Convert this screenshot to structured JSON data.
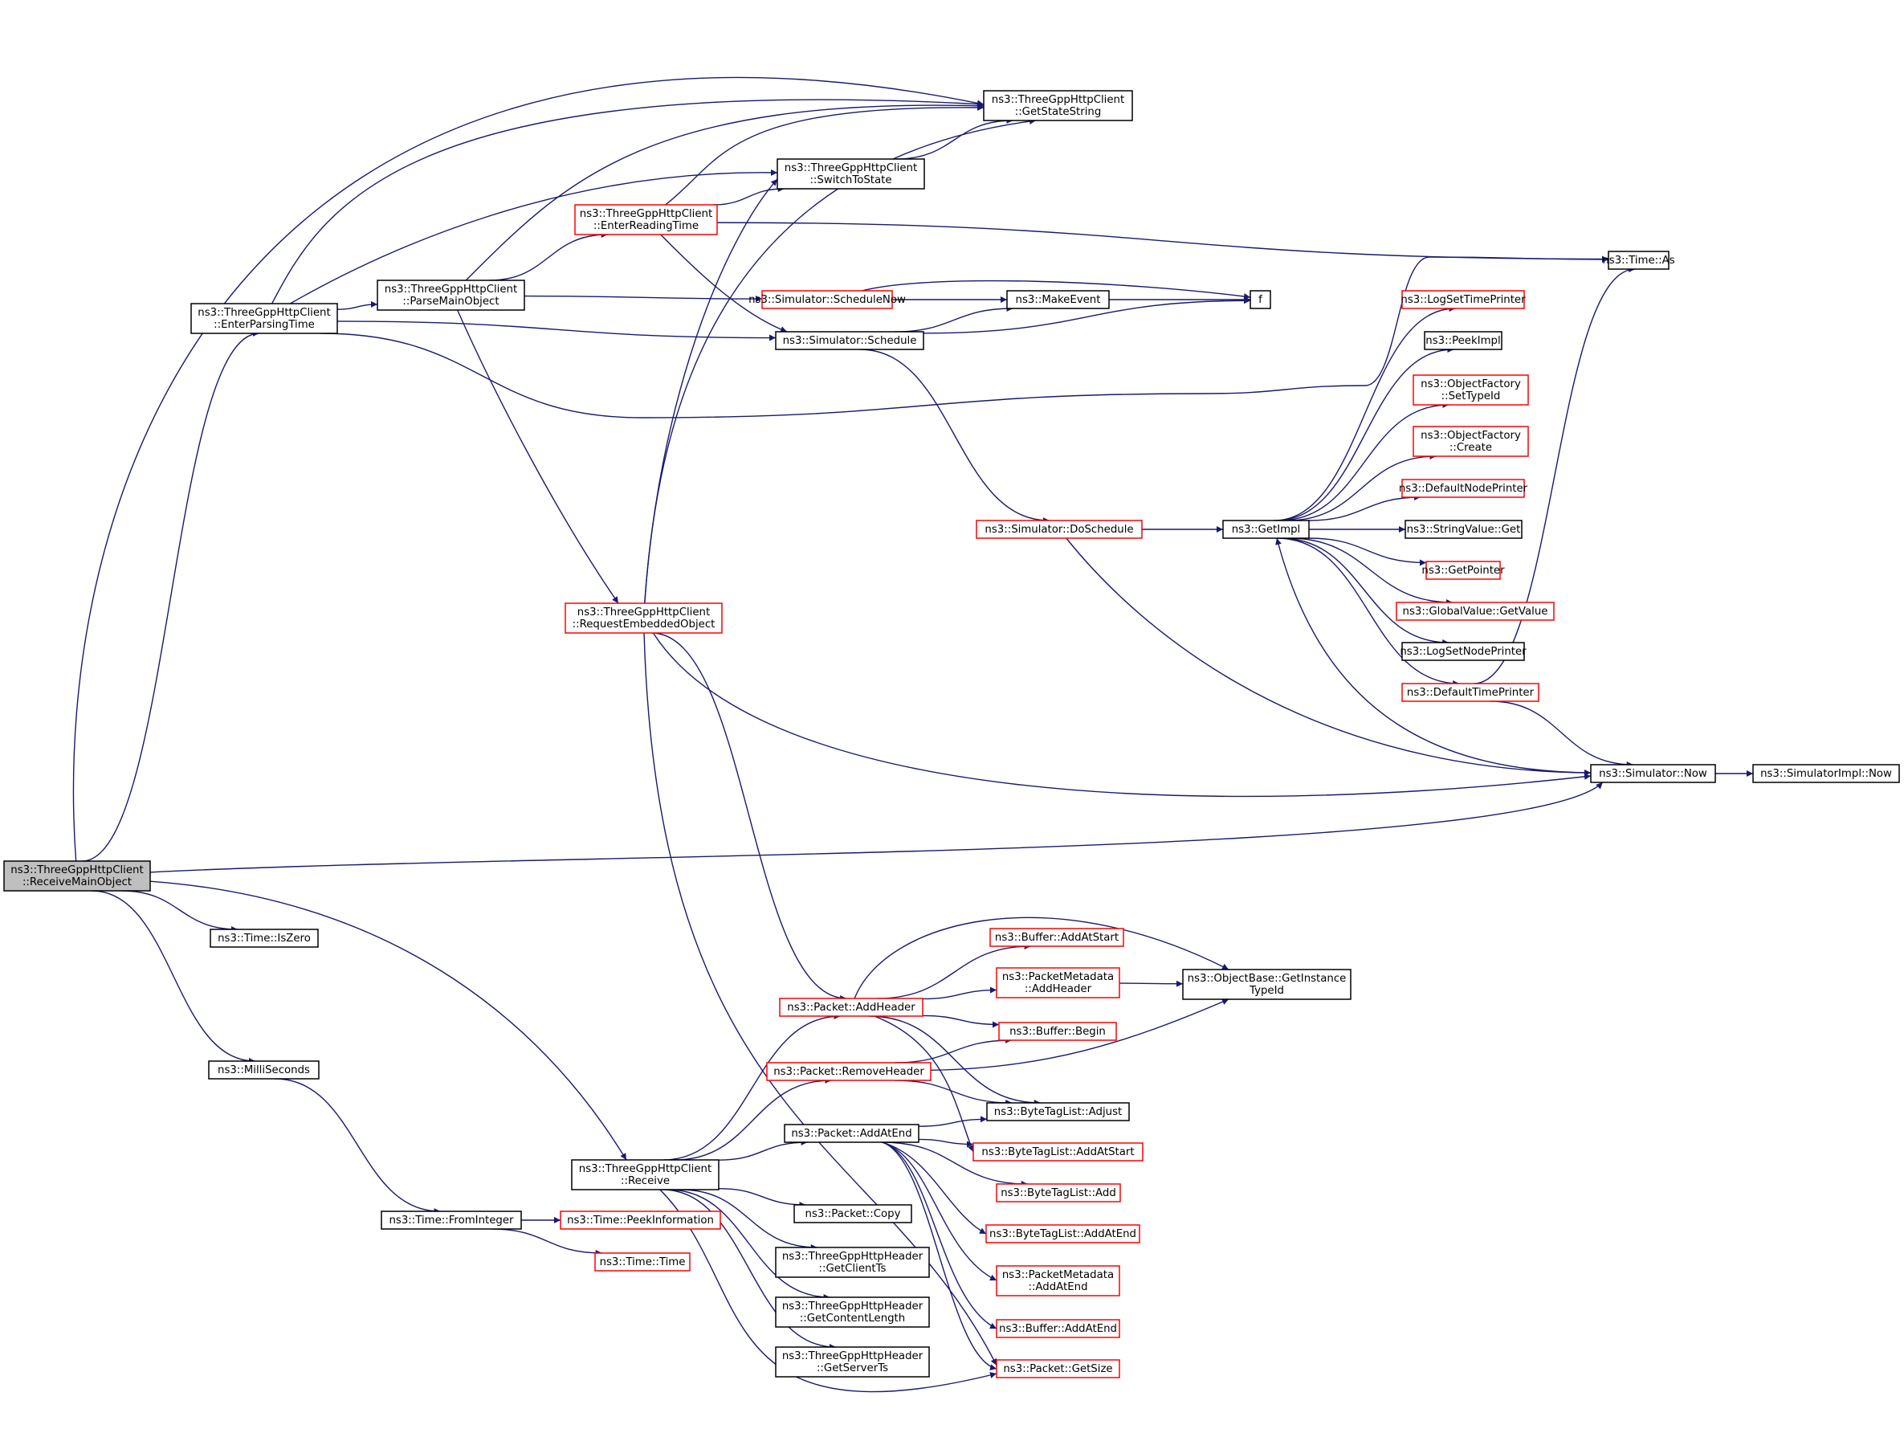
{
  "colors": {
    "edge": "#191970",
    "border_documented": "#000000",
    "border_undocumented": "#ff0000",
    "root_fill": "#bfbfbf",
    "node_fill": "#ffffff"
  },
  "nodes": [
    {
      "id": "root",
      "lines": [
        "ns3::ThreeGppHttpClient",
        "::ReceiveMainObject"
      ],
      "style": "root"
    },
    {
      "id": "enterParsing",
      "lines": [
        "ns3::ThreeGppHttpClient",
        "::EnterParsingTime"
      ],
      "style": "black"
    },
    {
      "id": "parseMain",
      "lines": [
        "ns3::ThreeGppHttpClient",
        "::ParseMainObject"
      ],
      "style": "black"
    },
    {
      "id": "enterReading",
      "lines": [
        "ns3::ThreeGppHttpClient",
        "::EnterReadingTime"
      ],
      "style": "red"
    },
    {
      "id": "getState",
      "lines": [
        "ns3::ThreeGppHttpClient",
        "::GetStateString"
      ],
      "style": "black"
    },
    {
      "id": "switchState",
      "lines": [
        "ns3::ThreeGppHttpClient",
        "::SwitchToState"
      ],
      "style": "black"
    },
    {
      "id": "timeAs",
      "lines": [
        "ns3::Time::As"
      ],
      "style": "black"
    },
    {
      "id": "scheduleNow",
      "lines": [
        "ns3::Simulator::ScheduleNow"
      ],
      "style": "red"
    },
    {
      "id": "makeEvent",
      "lines": [
        "ns3::MakeEvent"
      ],
      "style": "black"
    },
    {
      "id": "f",
      "lines": [
        "f"
      ],
      "style": "black"
    },
    {
      "id": "schedule",
      "lines": [
        "ns3::Simulator::Schedule"
      ],
      "style": "black"
    },
    {
      "id": "logSetTime",
      "lines": [
        "ns3::LogSetTimePrinter"
      ],
      "style": "red"
    },
    {
      "id": "peekImpl",
      "lines": [
        "ns3::PeekImpl"
      ],
      "style": "black"
    },
    {
      "id": "ofSetTypeId",
      "lines": [
        "ns3::ObjectFactory",
        "::SetTypeId"
      ],
      "style": "red"
    },
    {
      "id": "ofCreate",
      "lines": [
        "ns3::ObjectFactory",
        "::Create"
      ],
      "style": "red"
    },
    {
      "id": "defNodePrinter",
      "lines": [
        "ns3::DefaultNodePrinter"
      ],
      "style": "red"
    },
    {
      "id": "doSchedule",
      "lines": [
        "ns3::Simulator::DoSchedule"
      ],
      "style": "red"
    },
    {
      "id": "getImpl",
      "lines": [
        "ns3::GetImpl"
      ],
      "style": "black"
    },
    {
      "id": "stringGet",
      "lines": [
        "ns3::StringValue::Get"
      ],
      "style": "black"
    },
    {
      "id": "getPointer",
      "lines": [
        "ns3::GetPointer"
      ],
      "style": "red"
    },
    {
      "id": "globalGet",
      "lines": [
        "ns3::GlobalValue::GetValue"
      ],
      "style": "red"
    },
    {
      "id": "logSetNode",
      "lines": [
        "ns3::LogSetNodePrinter"
      ],
      "style": "black"
    },
    {
      "id": "defTimePrinter",
      "lines": [
        "ns3::DefaultTimePrinter"
      ],
      "style": "red"
    },
    {
      "id": "reqEmbedded",
      "lines": [
        "ns3::ThreeGppHttpClient",
        "::RequestEmbeddedObject"
      ],
      "style": "red"
    },
    {
      "id": "simNow",
      "lines": [
        "ns3::Simulator::Now"
      ],
      "style": "black"
    },
    {
      "id": "implNow",
      "lines": [
        "ns3::SimulatorImpl::Now"
      ],
      "style": "black"
    },
    {
      "id": "timeIsZero",
      "lines": [
        "ns3::Time::IsZero"
      ],
      "style": "black"
    },
    {
      "id": "bufAddStart",
      "lines": [
        "ns3::Buffer::AddAtStart"
      ],
      "style": "red"
    },
    {
      "id": "pmAddHeader",
      "lines": [
        "ns3::PacketMetadata",
        "::AddHeader"
      ],
      "style": "red"
    },
    {
      "id": "obGetInstance",
      "lines": [
        "ns3::ObjectBase::GetInstance",
        "TypeId"
      ],
      "style": "black"
    },
    {
      "id": "pktAddHeader",
      "lines": [
        "ns3::Packet::AddHeader"
      ],
      "style": "red"
    },
    {
      "id": "bufBegin",
      "lines": [
        "ns3::Buffer::Begin"
      ],
      "style": "red"
    },
    {
      "id": "milli",
      "lines": [
        "ns3::MilliSeconds"
      ],
      "style": "black"
    },
    {
      "id": "pktRemoveHeader",
      "lines": [
        "ns3::Packet::RemoveHeader"
      ],
      "style": "red"
    },
    {
      "id": "btlAdjust",
      "lines": [
        "ns3::ByteTagList::Adjust"
      ],
      "style": "black"
    },
    {
      "id": "pktAddAtEnd",
      "lines": [
        "ns3::Packet::AddAtEnd"
      ],
      "style": "black"
    },
    {
      "id": "btlAddStart",
      "lines": [
        "ns3::ByteTagList::AddAtStart"
      ],
      "style": "red"
    },
    {
      "id": "receive",
      "lines": [
        "ns3::ThreeGppHttpClient",
        "::Receive"
      ],
      "style": "black"
    },
    {
      "id": "btlAdd",
      "lines": [
        "ns3::ByteTagList::Add"
      ],
      "style": "red"
    },
    {
      "id": "pktCopy",
      "lines": [
        "ns3::Packet::Copy"
      ],
      "style": "black"
    },
    {
      "id": "fromInteger",
      "lines": [
        "ns3::Time::FromInteger"
      ],
      "style": "black"
    },
    {
      "id": "peekInfo",
      "lines": [
        "ns3::Time::PeekInformation"
      ],
      "style": "red"
    },
    {
      "id": "btlAddEnd",
      "lines": [
        "ns3::ByteTagList::AddAtEnd"
      ],
      "style": "red"
    },
    {
      "id": "getClientTs",
      "lines": [
        "ns3::ThreeGppHttpHeader",
        "::GetClientTs"
      ],
      "style": "black"
    },
    {
      "id": "timeTime",
      "lines": [
        "ns3::Time::Time"
      ],
      "style": "red"
    },
    {
      "id": "pmAddAtEnd",
      "lines": [
        "ns3::PacketMetadata",
        "::AddAtEnd"
      ],
      "style": "red"
    },
    {
      "id": "getContentLen",
      "lines": [
        "ns3::ThreeGppHttpHeader",
        "::GetContentLength"
      ],
      "style": "black"
    },
    {
      "id": "bufAddEnd",
      "lines": [
        "ns3::Buffer::AddAtEnd"
      ],
      "style": "red"
    },
    {
      "id": "getServerTs",
      "lines": [
        "ns3::ThreeGppHttpHeader",
        "::GetServerTs"
      ],
      "style": "black"
    },
    {
      "id": "pktGetSize",
      "lines": [
        "ns3::Packet::GetSize"
      ],
      "style": "red"
    }
  ]
}
